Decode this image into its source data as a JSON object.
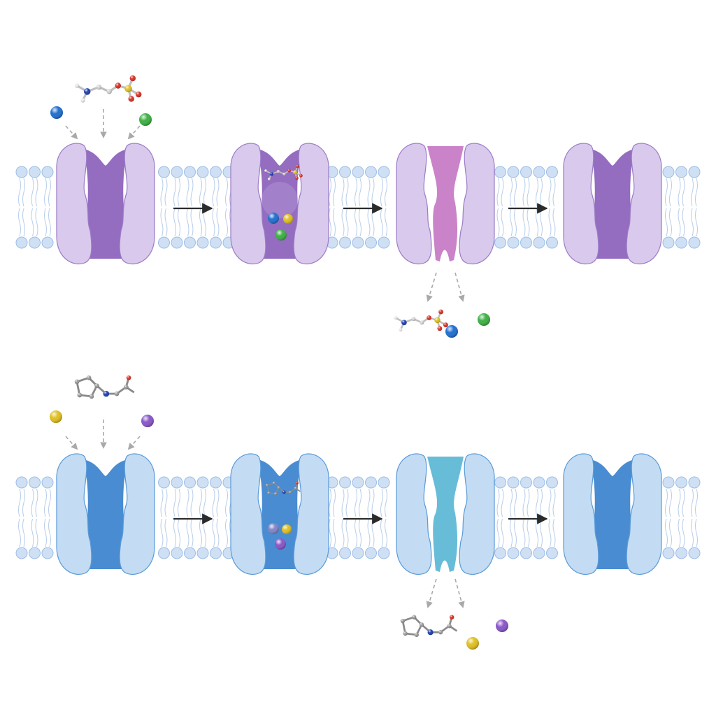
{
  "diagram": {
    "rows": [
      {
        "id": "row-purple",
        "stages": [
          "outward-open",
          "substrate-bound-occluded",
          "inward-open-release",
          "outward-open-reset"
        ],
        "colors": {
          "lobe_fill": "#d9c9ec",
          "lobe_stroke": "#9a7cc6",
          "core_fill": "#8e64bd",
          "release_core_fill": "#c77cc6",
          "ion_1": "#1f6fd0",
          "ion_2": "#3cb043",
          "ion_3": "#e0c020"
        },
        "substrate_icon": "amino-acid-phosphate-molecule",
        "ions": [
          "blue-ion",
          "green-ion"
        ]
      },
      {
        "id": "row-blue",
        "stages": [
          "outward-open",
          "substrate-bound-occluded",
          "inward-open-release",
          "outward-open-reset"
        ],
        "colors": {
          "lobe_fill": "#c3dcf3",
          "lobe_stroke": "#5a9ad8",
          "core_fill": "#3f86cf",
          "release_core_fill": "#5fb8d6",
          "ion_1": "#e0c020",
          "ion_2": "#8a55c9",
          "ion_3": "#7f86c8"
        },
        "substrate_icon": "pyrrolidine-ketone-molecule",
        "ions": [
          "yellow-ion",
          "purple-ion"
        ]
      }
    ],
    "membrane": {
      "head_color": "#cfe0f4",
      "head_stroke": "#9dbde6",
      "tail_color": "#b7cde9"
    },
    "arrow_color": "#2b2b2b",
    "dashed_arrow_color": "#a9a9a9"
  }
}
